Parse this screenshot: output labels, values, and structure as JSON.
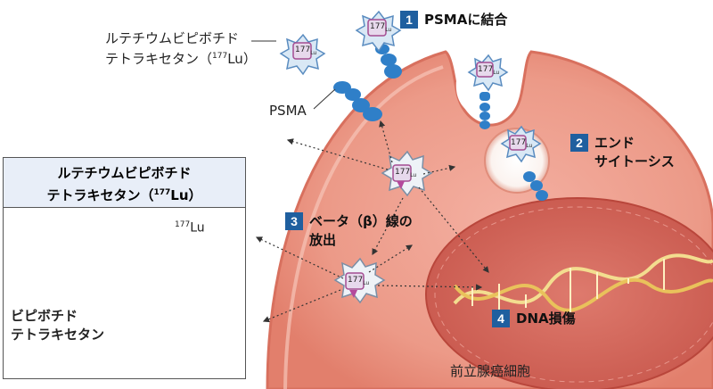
{
  "drug_label_line1": "ルテチウムビピボチド",
  "drug_label_line2_prefix": "テトラキセタン（",
  "drug_label_isotope_mass": "177",
  "drug_label_isotope_symbol": "Lu",
  "drug_label_line2_suffix": "）",
  "psma_label": "PSMA",
  "step1": {
    "number": "1",
    "text": "PSMAに結合"
  },
  "step2": {
    "number": "2",
    "text_line1": "エンド",
    "text_line2": "サイトーシス"
  },
  "step3": {
    "number": "3",
    "text_line1": "ベータ（β）線の",
    "text_line2": "放出"
  },
  "step4": {
    "number": "4",
    "text": "DNA損傷"
  },
  "cell_label": "前立腺癌細胞",
  "legend": {
    "title_line1": "ルテチウムビピボチド",
    "title_line2_prefix": "テトラキセタン（",
    "title_isotope_mass": "177",
    "title_isotope_symbol": "Lu",
    "title_line2_suffix": "）",
    "isotope_mass": "177",
    "isotope_symbol": "Lu",
    "ligand_line1": "ビピボチド",
    "ligand_line2": "テトラキセタン"
  },
  "molecule_badge_mass": "177",
  "molecule_badge_symbol": "Lu",
  "colors": {
    "cell_outer": "#f0a898",
    "cell_inner": "#e8806f",
    "nucleus": "#d96b5e",
    "receptor": "#2f7fc8",
    "step_badge": "#1f5f9f",
    "legend_header": "#e8eef8"
  }
}
